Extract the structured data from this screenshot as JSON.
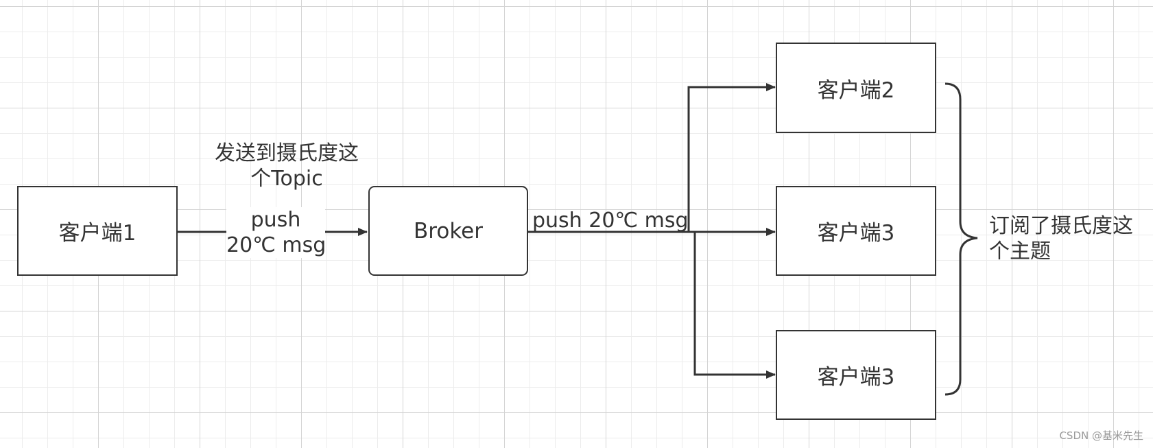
{
  "nodes": {
    "client1": "客户端1",
    "broker": "Broker",
    "client2": "客户端2",
    "client3a": "客户端3",
    "client3b": "客户端3"
  },
  "labels": {
    "send_line1": "发送到摄氏度这",
    "send_line2": "个Topic",
    "push_line1": "push",
    "push_line2": "20℃ msg",
    "broker_push": "push 20℃ msg",
    "subscribed_line1": "订阅了摄氏度这",
    "subscribed_line2": "个主题"
  },
  "watermark": "CSDN @基米先生",
  "colors": {
    "stroke": "#333333",
    "grid_major": "#d4d4d4",
    "grid_minor": "#ececec"
  }
}
